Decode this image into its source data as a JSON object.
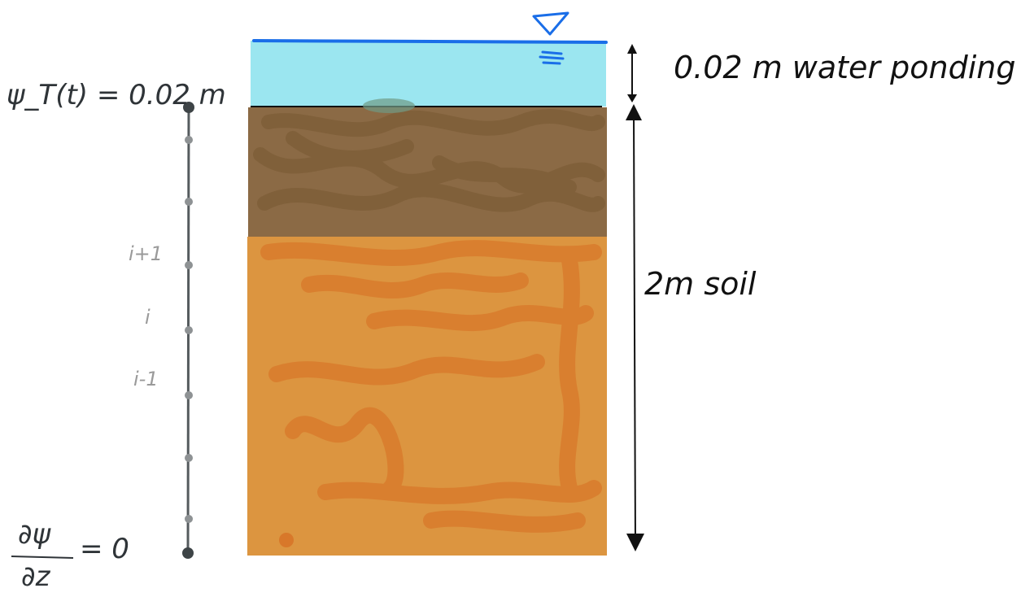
{
  "diagram": {
    "labels": {
      "top_boundary": "ψ_T(t) = 0.02 m",
      "ponding": "0.02 m water ponding",
      "soil": "2m soil",
      "bottom_numerator": "∂ψ",
      "bottom_denominator": "∂z",
      "bottom_equals": "= 0"
    },
    "node_indices": [
      "i+1",
      "i",
      "i-1"
    ],
    "colors": {
      "water": "#9be6f0",
      "water_line": "#1a6ee8",
      "topsoil": "#8b6a45",
      "subsoil": "#dc9540",
      "subsoil_scribble": "#d8782a",
      "topsoil_scribble": "#7a5a33",
      "node_axis": "#555b5e",
      "node_dot_small": "#8e9294",
      "node_dot_end": "#3e4447",
      "arrow": "#111111"
    }
  }
}
